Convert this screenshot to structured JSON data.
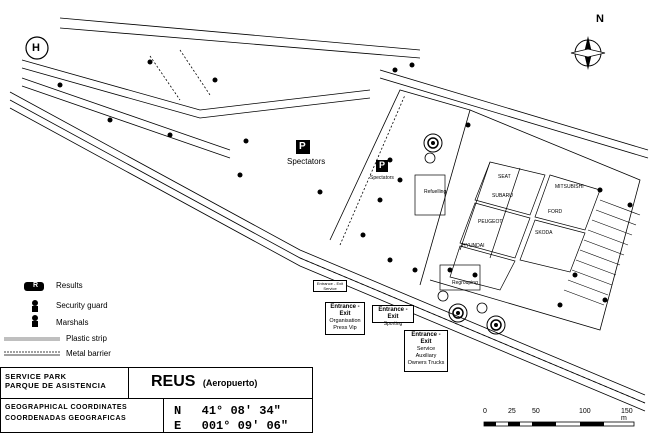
{
  "labels": {
    "helipad": "H",
    "spectators": "Spectators",
    "parking": "P",
    "spectators_area": "Spectators",
    "refuelling": "Refuelling",
    "teams": [
      "SEAT",
      "MITSUBISHI",
      "SUBARU",
      "FORD",
      "SKODA",
      "PEUGEOT",
      "HYUNDAI"
    ],
    "regrouping": "Regrouping",
    "entrance_service": "Entrance - Exit Service",
    "entrance_exit_1": "Entrance - Exit",
    "entrance_exit_1_sub": "Organisation Press Vip",
    "entrance_exit_2": "Entrance - Exit",
    "entrance_exit_2_sub": "Sporting",
    "entrance_exit_3": "Entrance - Exit",
    "entrance_exit_3_sub": "Service Auxiliary Owners Trucks",
    "north": "N"
  },
  "legend": {
    "results": "Results",
    "results_badge": "R",
    "security_guard": "Security guard",
    "marshals": "Marshals",
    "plastic_strip": "Plastic strip",
    "metal_barrier": "Metal barrier"
  },
  "info": {
    "service_park_en": "SERVICE PARK",
    "service_park_es": "PARQUE DE ASISTENCIA",
    "location": "REUS",
    "location_sub": "(Aeropuerto)",
    "geo_en": "GEOGRAPHICAL COORDINATES",
    "geo_es": "COORDENADAS GEOGRAFICAS",
    "n_label": "N",
    "n_value": "41° 08' 34\"",
    "e_label": "E",
    "e_value": "001° 09' 06\""
  },
  "scale": {
    "ticks": [
      "0",
      "25",
      "50",
      "100",
      "150 m"
    ]
  }
}
